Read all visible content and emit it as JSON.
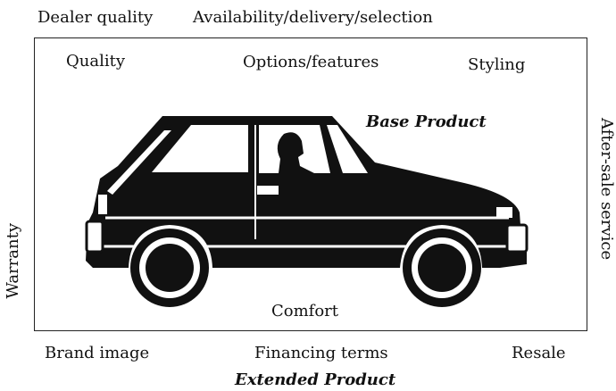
{
  "extended_product": {
    "top_left": "Dealer quality",
    "top_center": "Availability/delivery/selection",
    "left_vertical": "Warranty",
    "right_vertical": "After-sale service",
    "bottom_left": "Brand image",
    "bottom_center": "Financing terms",
    "bottom_right": "Resale",
    "caption": "Extended Product"
  },
  "base_product": {
    "top_left": "Quality",
    "top_center": "Options/features",
    "top_right": "Styling",
    "caption": "Base Product",
    "bottom_center": "Comfort"
  },
  "colors": {
    "ink": "#111111",
    "background": "#ffffff"
  }
}
